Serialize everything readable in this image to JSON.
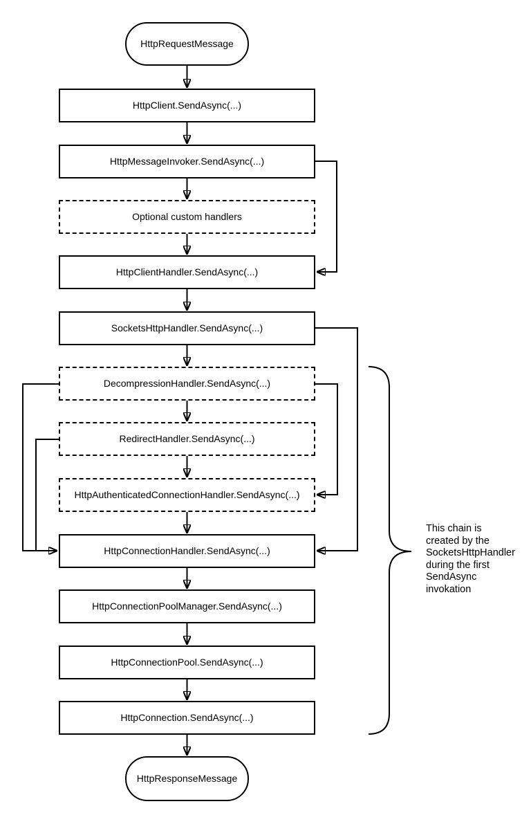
{
  "diagram": {
    "nodes": [
      {
        "label": "HttpRequestMessage",
        "shape": "stadium"
      },
      {
        "label": "HttpClient.SendAsync(...)",
        "shape": "rect"
      },
      {
        "label": "HttpMessageInvoker.SendAsync(...)",
        "shape": "rect"
      },
      {
        "label": "Optional custom handlers",
        "shape": "rect-dashed"
      },
      {
        "label": "HttpClientHandler.SendAsync(...)",
        "shape": "rect"
      },
      {
        "label": "SocketsHttpHandler.SendAsync(...)",
        "shape": "rect"
      },
      {
        "label": "DecompressionHandler.SendAsync(...)",
        "shape": "rect-dashed"
      },
      {
        "label": "RedirectHandler.SendAsync(...)",
        "shape": "rect-dashed"
      },
      {
        "label": "HttpAuthenticatedConnectionHandler.SendAsync(...)",
        "shape": "rect-dashed"
      },
      {
        "label": "HttpConnectionHandler.SendAsync(...)",
        "shape": "rect"
      },
      {
        "label": "HttpConnectionPoolManager.SendAsync(...)",
        "shape": "rect"
      },
      {
        "label": "HttpConnectionPool.SendAsync(...)",
        "shape": "rect"
      },
      {
        "label": "HttpConnection.SendAsync(...)",
        "shape": "rect"
      },
      {
        "label": "HttpResponseMessage",
        "shape": "stadium"
      }
    ],
    "edges": [
      {
        "from": 0,
        "to": 1,
        "kind": "down"
      },
      {
        "from": 1,
        "to": 2,
        "kind": "down"
      },
      {
        "from": 2,
        "to": 3,
        "kind": "down"
      },
      {
        "from": 3,
        "to": 4,
        "kind": "down"
      },
      {
        "from": 4,
        "to": 5,
        "kind": "down"
      },
      {
        "from": 5,
        "to": 6,
        "kind": "down"
      },
      {
        "from": 6,
        "to": 7,
        "kind": "down"
      },
      {
        "from": 7,
        "to": 8,
        "kind": "down"
      },
      {
        "from": 8,
        "to": 9,
        "kind": "down"
      },
      {
        "from": 9,
        "to": 10,
        "kind": "down"
      },
      {
        "from": 10,
        "to": 11,
        "kind": "down"
      },
      {
        "from": 11,
        "to": 12,
        "kind": "down"
      },
      {
        "from": 12,
        "to": 13,
        "kind": "down"
      },
      {
        "from": 2,
        "to": 4,
        "kind": "bypass-right"
      },
      {
        "from": 5,
        "to": 9,
        "kind": "bypass-right"
      },
      {
        "from": 6,
        "to": 8,
        "kind": "bypass-right"
      },
      {
        "from": 6,
        "to": 9,
        "kind": "bypass-left"
      },
      {
        "from": 7,
        "to": 9,
        "kind": "bypass-left"
      }
    ],
    "annotation": "This chain is\ncreated by the\nSocketsHttpHandler\nduring the first\nSendAsync\ninvokation",
    "colors": {
      "stroke": "#000000",
      "background": "#ffffff"
    }
  }
}
